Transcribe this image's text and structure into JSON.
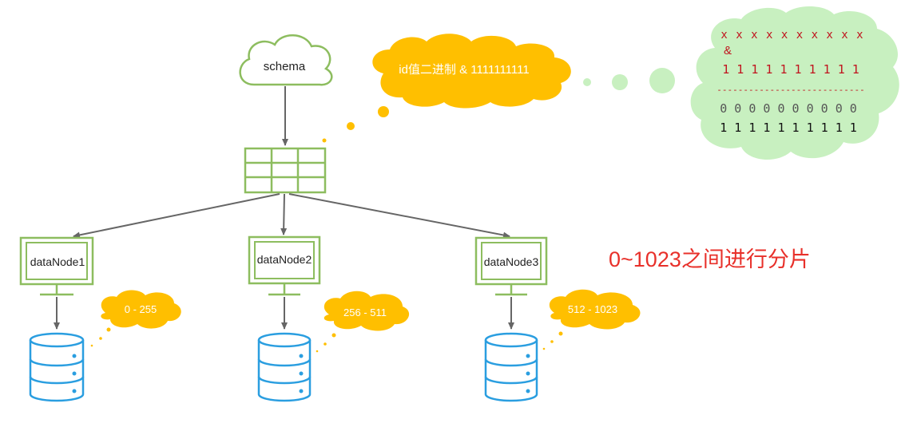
{
  "schema": {
    "label": "schema"
  },
  "thought_cloud": {
    "text": "id值二进制 & 1111111111"
  },
  "calc_cloud": {
    "row1": "x x x x x x x x x x",
    "operator": "&",
    "row2": "1 1 1 1 1 1 1 1 1 1",
    "divider": "----------------------------",
    "row3": "0 0 0 0 0 0 0 0 0 0",
    "row4": "1 1 1 1 1 1 1 1 1 1"
  },
  "nodes": [
    {
      "label": "dataNode1",
      "range": "0 - 255"
    },
    {
      "label": "dataNode2",
      "range": "256 - 511"
    },
    {
      "label": "dataNode3",
      "range": "512 - 1023"
    }
  ],
  "note": {
    "text": "0~1023之间进行分片"
  },
  "colors": {
    "green_stroke": "#8dbd5f",
    "yellow": "#ffbf00",
    "light_green": "#c8f0c0",
    "blue": "#2a9ee0",
    "red": "#e8302a",
    "dark_red": "#c0141e",
    "arrow": "#666666"
  }
}
